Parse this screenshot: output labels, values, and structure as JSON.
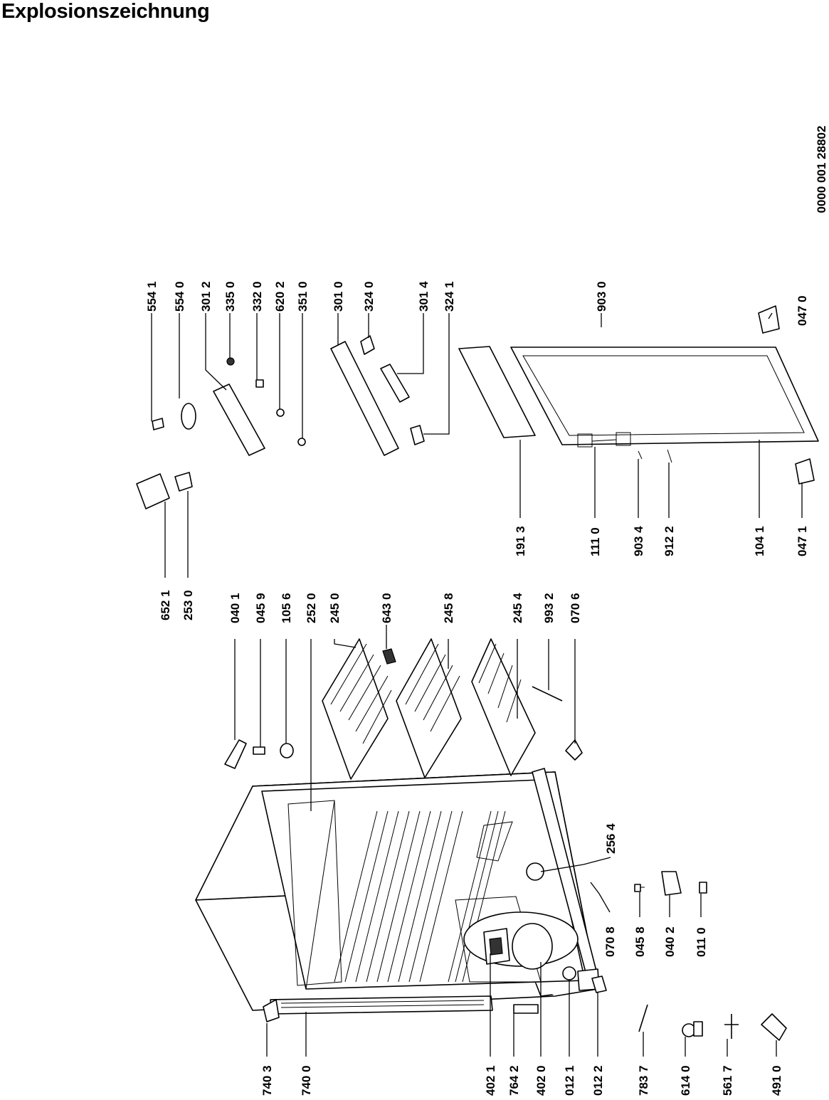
{
  "title": "Explosionszeichnung",
  "doc_number": "0000 001 28802",
  "part_labels": [
    "554 1",
    "554 0",
    "301 2",
    "335 0",
    "332 0",
    "620 2",
    "351 0",
    "301 0",
    "324 0",
    "301 4",
    "324 1",
    "903 0",
    "047 0",
    "652 1",
    "253 0",
    "191 3",
    "111 0",
    "903 4",
    "912 2",
    "104 1",
    "047 1",
    "040 1",
    "045 9",
    "105 6",
    "252 0",
    "245 0",
    "643 0",
    "245 8",
    "245 4",
    "993 2",
    "070 6",
    "256 4",
    "070 8",
    "045 8",
    "040 2",
    "011 0",
    "740 3",
    "740 0",
    "402 1",
    "764 2",
    "402 0",
    "012 1",
    "012 2",
    "783 7",
    "614 0",
    "561 7",
    "491 0"
  ]
}
